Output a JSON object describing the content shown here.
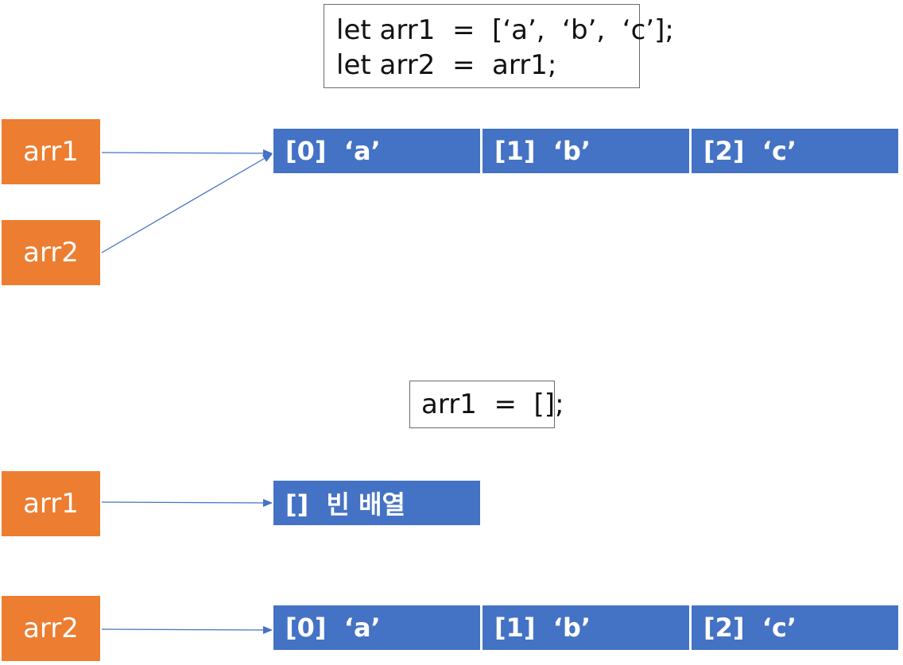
{
  "colors": {
    "variable_fill": "#ed7d31",
    "array_fill": "#4472c4",
    "arrow": "#4472c4",
    "code_border": "#6b6b6b"
  },
  "top": {
    "code_lines": [
      "let arr1  =  [‘a’,  ‘b’,  ‘c’];",
      "let arr2  =  arr1;"
    ],
    "variables": [
      "arr1",
      "arr2"
    ],
    "array_cells": [
      "[0]  ‘a’",
      "[1]  ‘b’",
      "[2]  ‘c’"
    ]
  },
  "bottom": {
    "code_line": "arr1  =  [];",
    "arr1_label": "arr1",
    "arr1_array_cell": "[]  빈 배열",
    "arr2_label": "arr2",
    "arr2_array_cells": [
      "[0]  ‘a’",
      "[1]  ‘b’",
      "[2]  ‘c’"
    ]
  }
}
